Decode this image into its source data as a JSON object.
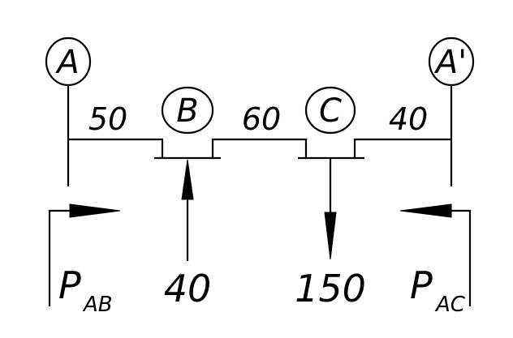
{
  "nodes": {
    "A": "A",
    "B": "B",
    "C": "C",
    "A_prime": "A'"
  },
  "segments": {
    "AB": "50",
    "BC": "60",
    "CA": "40"
  },
  "loads": {
    "B": "40",
    "C": "150"
  },
  "flows": {
    "left": {
      "base": "P",
      "sub": "AB"
    },
    "right": {
      "base": "P",
      "sub": "AC"
    }
  }
}
